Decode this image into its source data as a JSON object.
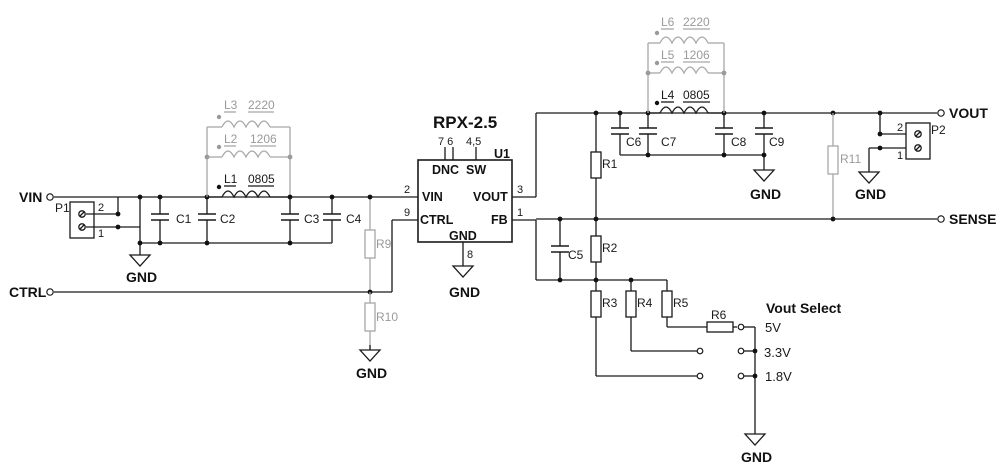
{
  "ic": {
    "title": "RPX-2.5",
    "ref": "U1",
    "pin_vin": "VIN",
    "pin_ctrl": "CTRL",
    "pin_vout": "VOUT",
    "pin_fb": "FB",
    "pin_gnd": "GND",
    "pin_dnc": "DNC",
    "pin_sw": "SW",
    "num_vin": "2",
    "num_ctrl": "9",
    "num_vout": "3",
    "num_fb": "1",
    "num_gnd": "8",
    "num_dnc": "7 6",
    "num_sw": "4,5"
  },
  "nets": {
    "vin": "VIN",
    "ctrl": "CTRL",
    "vout": "VOUT",
    "sense": "SENSE",
    "gnd": "GND"
  },
  "connectors": {
    "p1": {
      "ref": "P1",
      "pin_a": "2",
      "pin_b": "1"
    },
    "p2": {
      "ref": "P2",
      "pin_a": "2",
      "pin_b": "1"
    }
  },
  "components": {
    "c1": "C1",
    "c2": "C2",
    "c3": "C3",
    "c4": "C4",
    "c5": "C5",
    "c6": "C6",
    "c7": "C7",
    "c8": "C8",
    "c9": "C9",
    "r1": "R1",
    "r2": "R2",
    "r3": "R3",
    "r4": "R4",
    "r5": "R5",
    "r6": "R6",
    "r9": "R9",
    "r10": "R10",
    "r11": "R11",
    "l1": "L1",
    "l1_size": "0805",
    "l2": "L2",
    "l2_size": "1206",
    "l3": "L3",
    "l3_size": "2220",
    "l4": "L4",
    "l4_size": "0805",
    "l5": "L5",
    "l5_size": "1206",
    "l6": "L6",
    "l6_size": "2220"
  },
  "vout_select": {
    "title": "Vout Select",
    "options": [
      "5V",
      "3.3V",
      "1.8V"
    ]
  },
  "colors": {
    "populated": "#1a1a1a",
    "unpopulated": "#9a9a9a",
    "background": "#ffffff"
  }
}
